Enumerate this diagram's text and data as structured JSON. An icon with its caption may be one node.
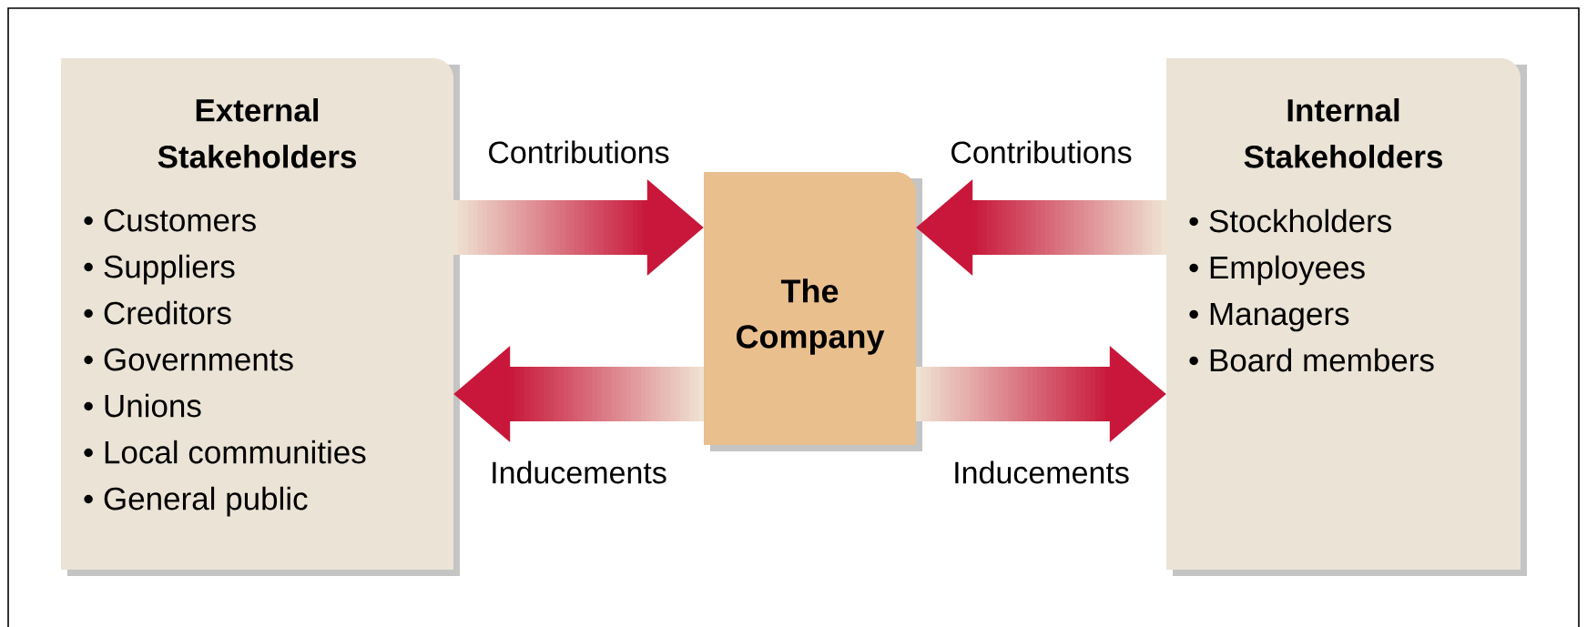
{
  "diagram": {
    "nodes": [
      {
        "text": [
          "External Stakeholders",
          "• Customers",
          "• Suppliers",
          "• Creditors",
          "• Governments",
          "• Unions",
          "• Local communities",
          "• General public"
        ]
      },
      {
        "text": [
          "The Company"
        ]
      },
      {
        "text": [
          "Internal Stakeholders",
          "• Stockholders",
          "• Employees",
          "• Managers",
          "• Board members"
        ]
      }
    ],
    "edges": [
      {
        "from": 0,
        "to": 1,
        "arrow": "to",
        "label": "Contributions"
      },
      {
        "from": 2,
        "to": 1,
        "arrow": "to",
        "label": "Contributions"
      },
      {
        "from": 1,
        "to": 0,
        "arrow": "to",
        "label": "Inducements"
      },
      {
        "from": 1,
        "to": 2,
        "arrow": "to",
        "label": "Inducements"
      }
    ]
  }
}
